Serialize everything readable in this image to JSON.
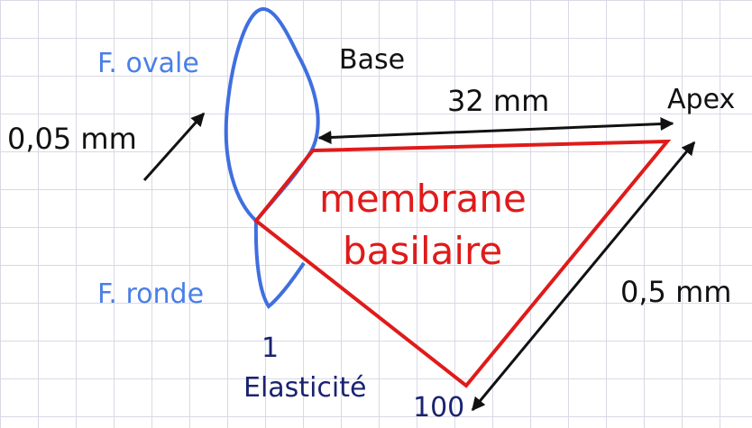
{
  "labels": {
    "f_ovale": "F. ovale",
    "base": "Base",
    "length": "32 mm",
    "apex": "Apex",
    "thickness": "0,05 mm",
    "membrane_line1": "membrane",
    "membrane_line2": "basilaire",
    "f_ronde": "F. ronde",
    "width": "0,5 mm",
    "elasticity_min": "1",
    "elasticity_label": "Elasticité",
    "elasticity_max": "100"
  },
  "colors": {
    "window_outline": "#3f6fe0",
    "membrane_outline": "#e01a1a",
    "arrows": "#111111",
    "blue_text": "#4a7fe6",
    "red_text": "#e01a1a",
    "navy_text": "#1a2370",
    "grid": "#d9d9e6"
  }
}
